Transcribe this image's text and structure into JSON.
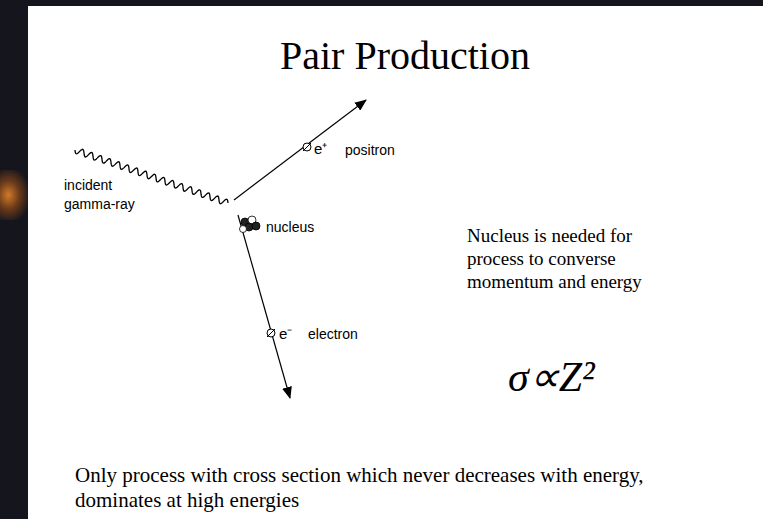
{
  "diagram": {
    "title": "Pair Production",
    "labels": [
      "incident gamma-ray",
      "e⁺",
      "positron",
      "nucleus",
      "e⁻",
      "electron",
      "Nucleus is needed for process to converse momentum and energy",
      "σ∝Z²",
      "Only process with cross section which never decreases with energy, dominates at high energies"
    ]
  }
}
